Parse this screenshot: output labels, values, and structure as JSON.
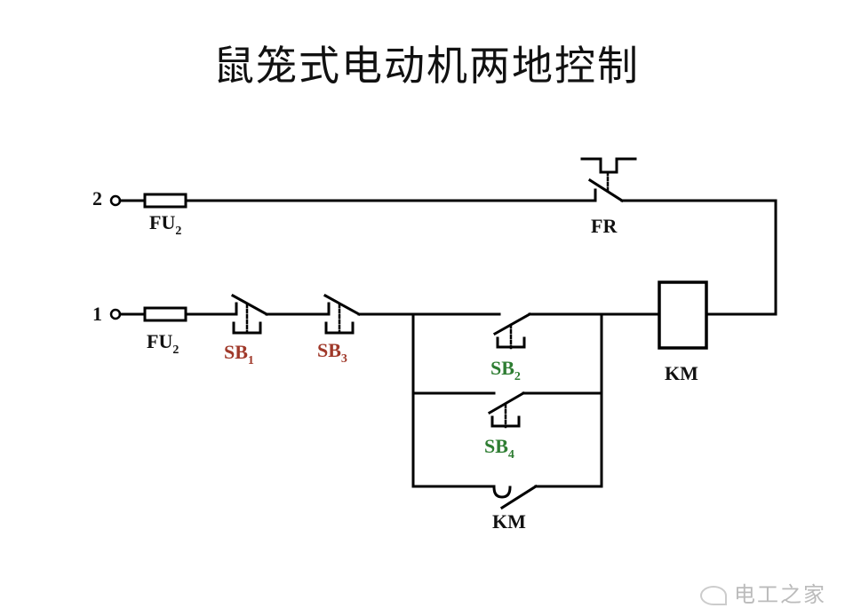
{
  "title": "鼠笼式电动机两地控制",
  "terminals": {
    "t2": "2",
    "t1": "1"
  },
  "components": {
    "fu_top": {
      "base": "FU",
      "sub": "2"
    },
    "fu_bottom": {
      "base": "FU",
      "sub": "2"
    },
    "fr": {
      "base": "FR",
      "sub": ""
    },
    "sb1": {
      "base": "SB",
      "sub": "1"
    },
    "sb3": {
      "base": "SB",
      "sub": "3"
    },
    "sb2": {
      "base": "SB",
      "sub": "2"
    },
    "sb4": {
      "base": "SB",
      "sub": "4"
    },
    "km_coil": {
      "base": "KM",
      "sub": ""
    },
    "km_contact": {
      "base": "KM",
      "sub": ""
    }
  },
  "colors": {
    "wire": "#000000",
    "stop_buttons": "#a0392a",
    "start_buttons": "#2e7d32"
  },
  "watermark": {
    "text": "电工之家",
    "icon": "wechat-icon"
  }
}
